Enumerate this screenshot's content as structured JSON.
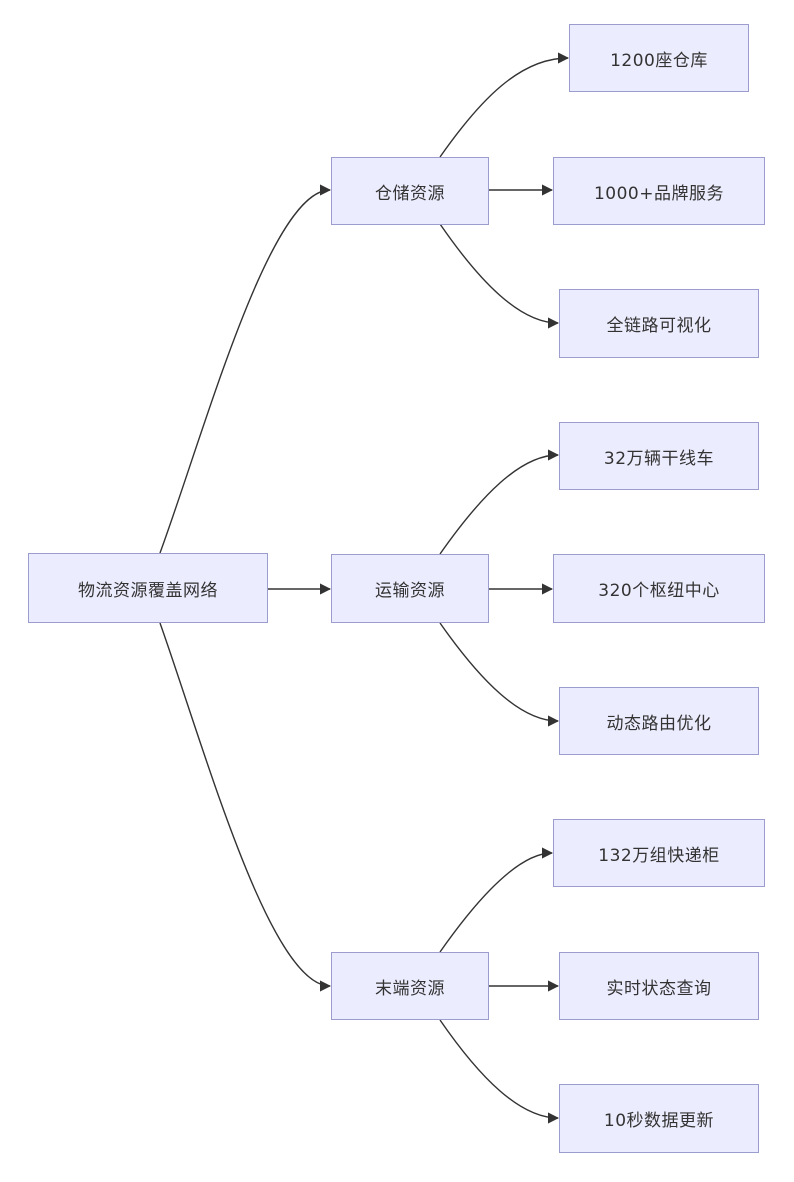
{
  "diagram": {
    "type": "flowchart",
    "direction": "left-to-right",
    "colors": {
      "node_fill": "#ececff",
      "node_border": "#9c9ccf",
      "text": "#333333",
      "edge": "#333333"
    },
    "root": {
      "label": "物流资源覆盖网络"
    },
    "categories": [
      {
        "label": "仓储资源",
        "children": [
          {
            "label": "1200座仓库"
          },
          {
            "label": "1000+品牌服务"
          },
          {
            "label": "全链路可视化"
          }
        ]
      },
      {
        "label": "运输资源",
        "children": [
          {
            "label": "32万辆干线车"
          },
          {
            "label": "320个枢纽中心"
          },
          {
            "label": "动态路由优化"
          }
        ]
      },
      {
        "label": "末端资源",
        "children": [
          {
            "label": "132万组快递柜"
          },
          {
            "label": "实时状态查询"
          },
          {
            "label": "10秒数据更新"
          }
        ]
      }
    ],
    "edges": [
      {
        "from": "物流资源覆盖网络",
        "to": "仓储资源"
      },
      {
        "from": "物流资源覆盖网络",
        "to": "运输资源"
      },
      {
        "from": "物流资源覆盖网络",
        "to": "末端资源"
      },
      {
        "from": "仓储资源",
        "to": "1200座仓库"
      },
      {
        "from": "仓储资源",
        "to": "1000+品牌服务"
      },
      {
        "from": "仓储资源",
        "to": "全链路可视化"
      },
      {
        "from": "运输资源",
        "to": "32万辆干线车"
      },
      {
        "from": "运输资源",
        "to": "320个枢纽中心"
      },
      {
        "from": "运输资源",
        "to": "动态路由优化"
      },
      {
        "from": "末端资源",
        "to": "132万组快递柜"
      },
      {
        "from": "末端资源",
        "to": "实时状态查询"
      },
      {
        "from": "末端资源",
        "to": "10秒数据更新"
      }
    ]
  }
}
